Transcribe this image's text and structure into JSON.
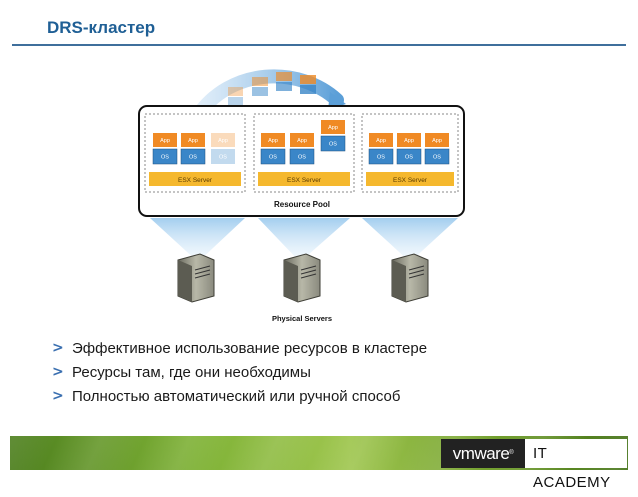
{
  "title": "DRS-кластер",
  "diagram": {
    "app_label": "App",
    "os_label": "OS",
    "esx_label": "ESX Server",
    "pool_label": "Resource Pool",
    "servers_label": "Physical Servers"
  },
  "bullets": [
    "Эффективное использование ресурсов в кластере",
    "Ресурсы там, где они необходимы",
    "Полностью автоматический или ручной способ"
  ],
  "logo": {
    "vm_text": "vmware",
    "reg": "®",
    "academy_text": "IT ACADEMY"
  },
  "colors": {
    "title": "#1f5f95",
    "app": "#f08a24",
    "os": "#3a86c8",
    "esx": "#f5b82e",
    "footer": "#7fb236"
  }
}
